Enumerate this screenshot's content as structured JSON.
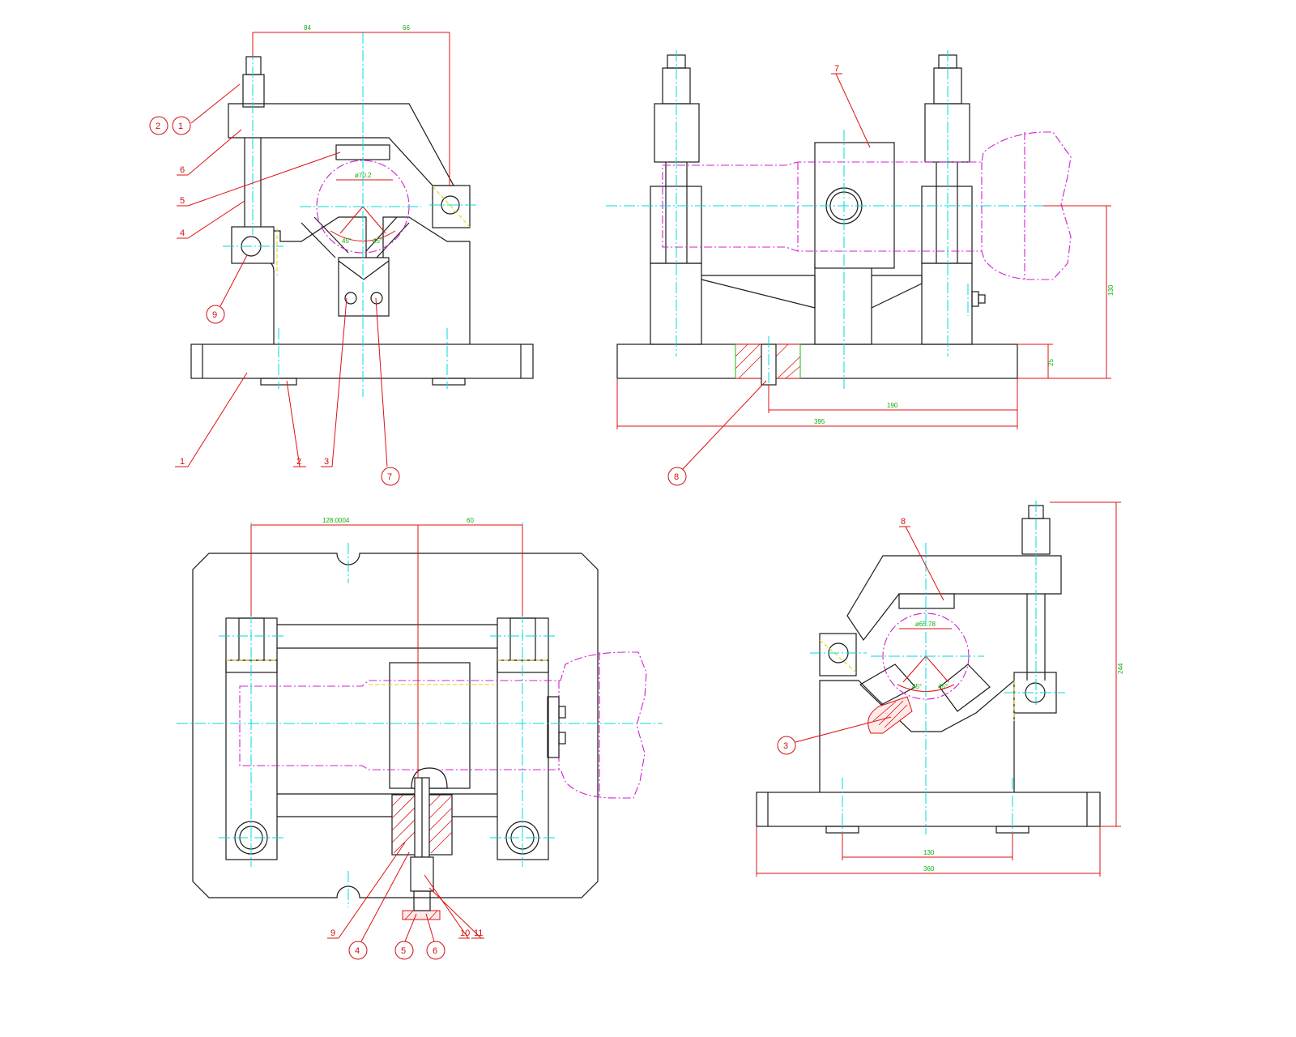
{
  "front_view": {
    "dims": {
      "left": "84",
      "right": "66"
    },
    "circle_dim": "ø70.2",
    "angle_left": "45°",
    "angle_right": "45°",
    "leaders": [
      "1",
      "2",
      "3",
      "4",
      "5",
      "6"
    ],
    "balloons": [
      "2",
      "1",
      "9",
      "7"
    ]
  },
  "side_view": {
    "dims": {
      "height": "130",
      "base": "25",
      "offset": "190",
      "length": "395"
    },
    "leaders": [
      "7"
    ],
    "balloons": [
      "8"
    ]
  },
  "plan_view": {
    "dims": {
      "left": "128.0004",
      "right": "60"
    },
    "leaders": [
      "9",
      "10",
      "11"
    ],
    "balloons": [
      "4",
      "5",
      "6"
    ]
  },
  "alt_view": {
    "circle_dim": "ø65.78",
    "angle_left": "45°",
    "angle_right": "45°",
    "dims": {
      "height": "244",
      "span": "130",
      "width": "360"
    },
    "leaders": [
      "8"
    ],
    "balloons": [
      "3"
    ]
  }
}
